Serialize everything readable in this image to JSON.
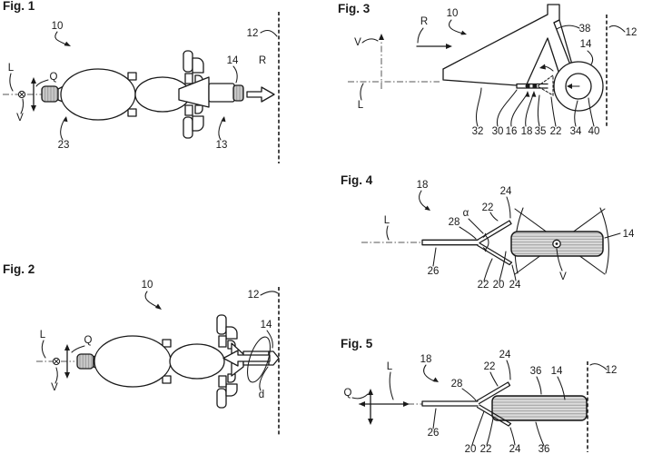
{
  "page": {
    "background": "#ffffff",
    "ink": "#1a1a1a",
    "gray_fill": "#c9c9c9",
    "hatch_gray": "#dcdcdc"
  },
  "fig1": {
    "title": "Fig. 1",
    "labels": {
      "n10": "10",
      "n12": "12",
      "axisL": "L",
      "axisQ": "Q",
      "axisV": "V",
      "n14": "14",
      "dirR": "R",
      "n23": "23",
      "n13": "13"
    }
  },
  "fig2": {
    "title": "Fig. 2",
    "labels": {
      "n10": "10",
      "n12": "12",
      "axisL": "L",
      "axisQ": "Q",
      "axisV": "V",
      "n14": "14",
      "dist": "d"
    }
  },
  "fig3": {
    "title": "Fig. 3",
    "labels": {
      "n10": "10",
      "dirR": "R",
      "axisV": "V",
      "axisL": "L",
      "n38": "38",
      "n14": "14",
      "n12": "12",
      "n32": "32",
      "n30": "30",
      "n16": "16",
      "n18": "18",
      "n35": "35",
      "n22": "22",
      "n34": "34",
      "n40": "40"
    }
  },
  "fig4": {
    "title": "Fig. 4",
    "labels": {
      "n18": "18",
      "axisL": "L",
      "n26": "26",
      "n28": "28",
      "alpha": "α",
      "n22top": "22",
      "n24top": "24",
      "n22bot": "22",
      "n20": "20",
      "n24bot": "24",
      "n14": "14",
      "axisV": "V"
    }
  },
  "fig5": {
    "title": "Fig. 5",
    "labels": {
      "n18": "18",
      "axisQ": "Q",
      "axisL": "L",
      "n26": "26",
      "n28": "28",
      "n22top": "22",
      "n24top": "24",
      "n36top": "36",
      "n14": "14",
      "n12": "12",
      "n20": "20",
      "n22bot": "22",
      "n24bot": "24",
      "n36bot": "36"
    }
  }
}
